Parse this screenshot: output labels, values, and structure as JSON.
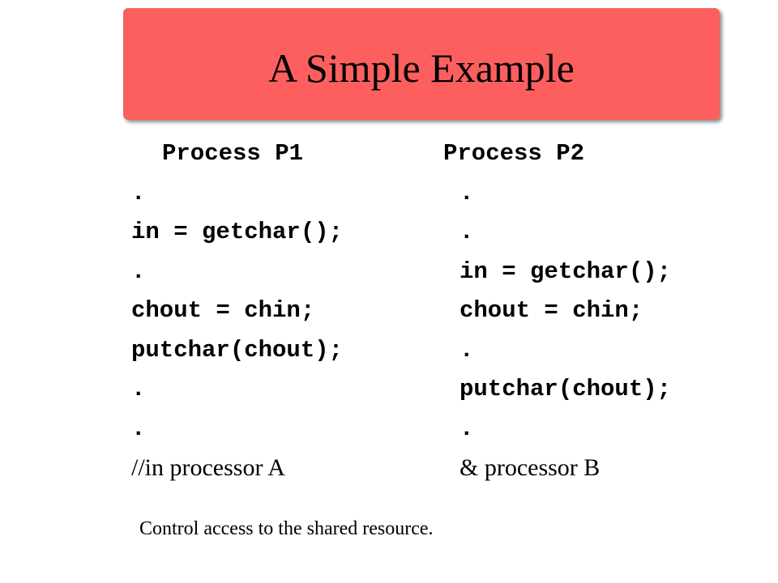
{
  "slide": {
    "title": "A Simple Example",
    "title_bg": "#fd5f5f",
    "process_p1": {
      "heading": "Process P1",
      "lines": [
        ".",
        "in = getchar();",
        ".",
        "chout = chin;",
        "putchar(chout);",
        ".",
        "."
      ],
      "comment": "//in processor A"
    },
    "process_p2": {
      "heading": "Process P2",
      "lines": [
        ".",
        ".",
        "in = getchar();",
        "chout = chin;",
        ".",
        "putchar(chout);",
        "."
      ],
      "comment": "& processor B"
    },
    "note": "Control access to the shared resource."
  }
}
